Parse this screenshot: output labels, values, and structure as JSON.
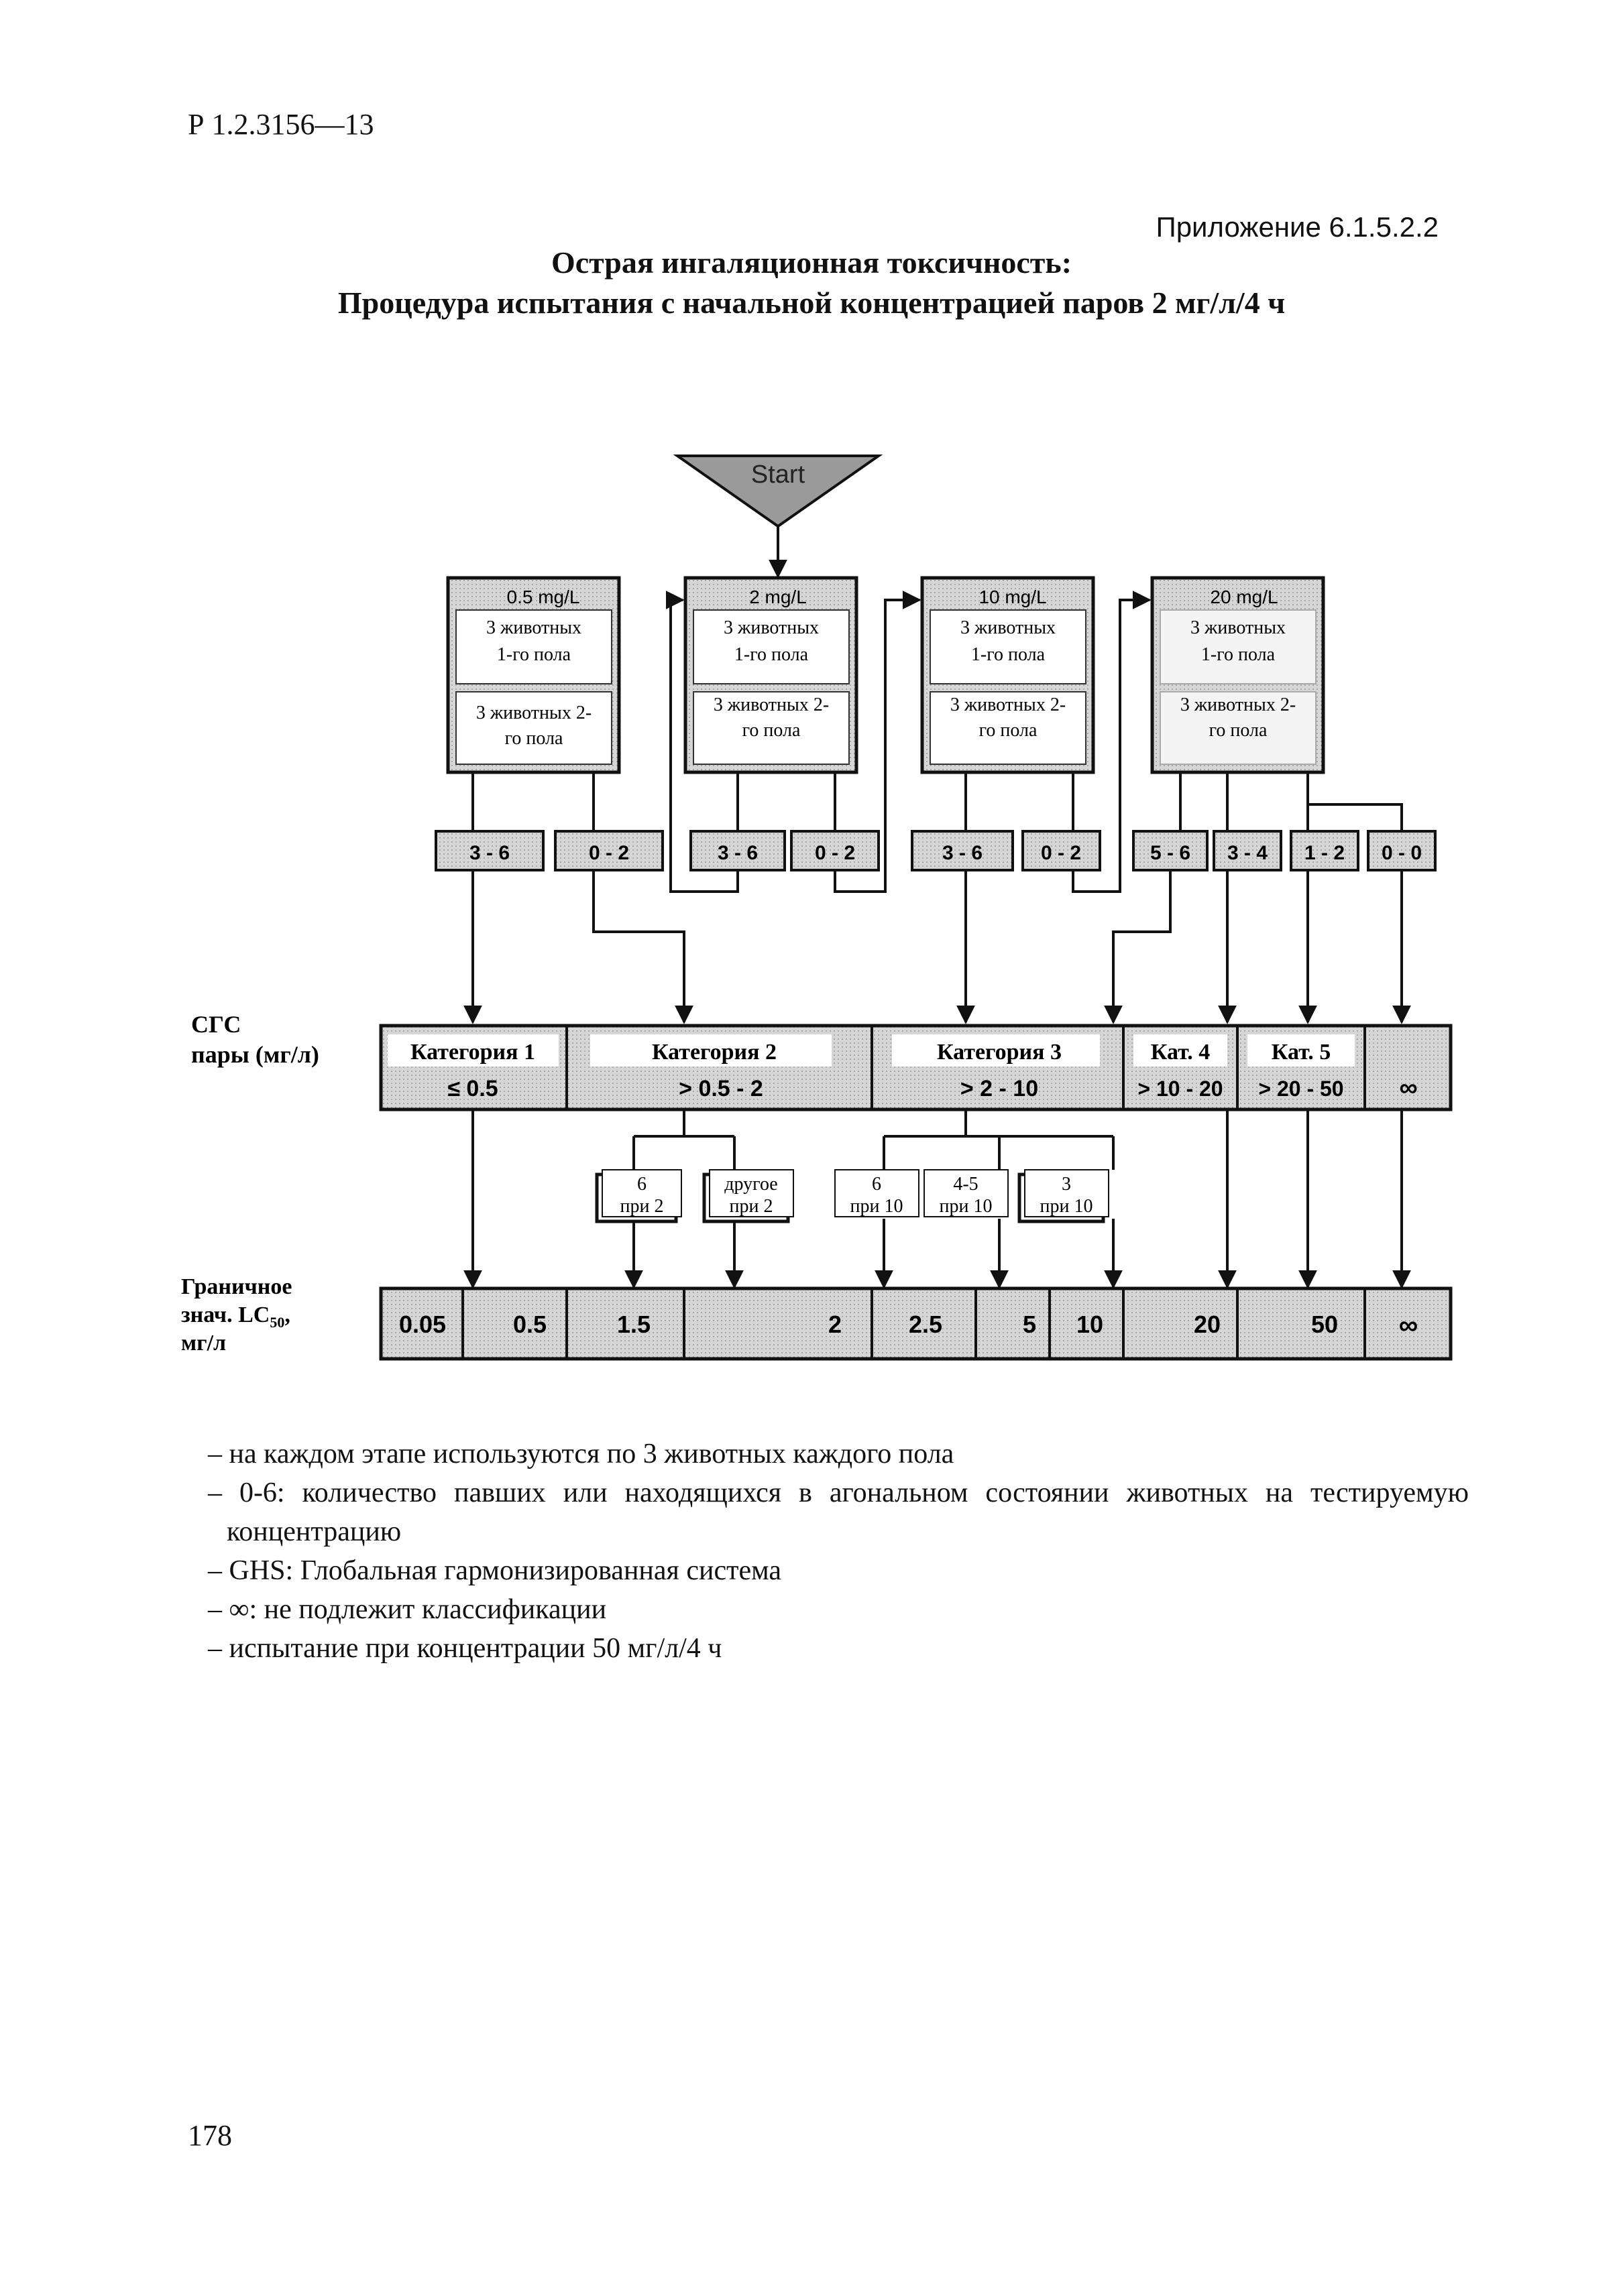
{
  "header": {
    "doc_code": "Р 1.2.3156—13",
    "appendix": "Приложение 6.1.5.2.2",
    "title_line1": "Острая ингаляционная токсичность:",
    "title_line2": "Процедура испытания с начальной концентрацией паров 2 мг/л/4 ч"
  },
  "flowchart": {
    "start_label": "Start",
    "concentration_boxes": [
      {
        "header": "0.5 mg/L",
        "group1": [
          "3 животных",
          "1-го пола"
        ],
        "group2": [
          "3 животных 2-",
          "го пола"
        ]
      },
      {
        "header": "2 mg/L",
        "group1": [
          "3 животных",
          "1-го пола"
        ],
        "group2": [
          "3 животных 2-",
          "го пола"
        ]
      },
      {
        "header": "10 mg/L",
        "group1": [
          "3 животных",
          "1-го пола"
        ],
        "group2": [
          "3 животных 2-",
          "го пола"
        ]
      },
      {
        "header": "20 mg/L",
        "group1": [
          "3 животных",
          "1-го пола"
        ],
        "group2": [
          "3 животных 2-",
          "го пола"
        ]
      }
    ],
    "outcomes": [
      "3 - 6",
      "0 - 2",
      "3 - 6",
      "0 - 2",
      "3 - 6",
      "0 - 2",
      "5 - 6",
      "3 - 4",
      "1 - 2",
      "0 - 0"
    ],
    "ghs_label": [
      "СГС",
      "пары (мг/л)"
    ],
    "categories": [
      {
        "name": "Категория 1",
        "range": "≤ 0.5"
      },
      {
        "name": "Категория 2",
        "range": "> 0.5 - 2"
      },
      {
        "name": "Категория 3",
        "range": "> 2 - 10"
      },
      {
        "name": "Кат. 4",
        "range": "> 10 - 20"
      },
      {
        "name": "Кат. 5",
        "range": "> 20 - 50"
      },
      {
        "name": "",
        "range": "∞"
      }
    ],
    "sub_outcomes": [
      {
        "line1": "6",
        "line2": "при 2"
      },
      {
        "line1": "другое",
        "line2": "при 2"
      },
      {
        "line1": "6",
        "line2": "при 10"
      },
      {
        "line1": "4-5",
        "line2": "при 10"
      },
      {
        "line1": "3",
        "line2": "при 10"
      }
    ],
    "cutoff_label": [
      "Граничное",
      "знач. LC",
      "50",
      ",",
      "мг/л"
    ],
    "cutoff_values": [
      "0.05",
      "0.5",
      "1.5",
      "2",
      "2.5",
      "5",
      "10",
      "20",
      "50",
      "∞"
    ]
  },
  "notes": [
    "– на каждом этапе используются по 3 животных каждого пола",
    "– 0-6: количество павших или находящихся в агональном состоянии животных на тестируемую концентрацию",
    "– GHS: Глобальная гармонизированная система",
    "– ∞: не подлежит классификации",
    "– испытание при концентрации 50 мг/л/4 ч"
  ],
  "page_number": "178"
}
